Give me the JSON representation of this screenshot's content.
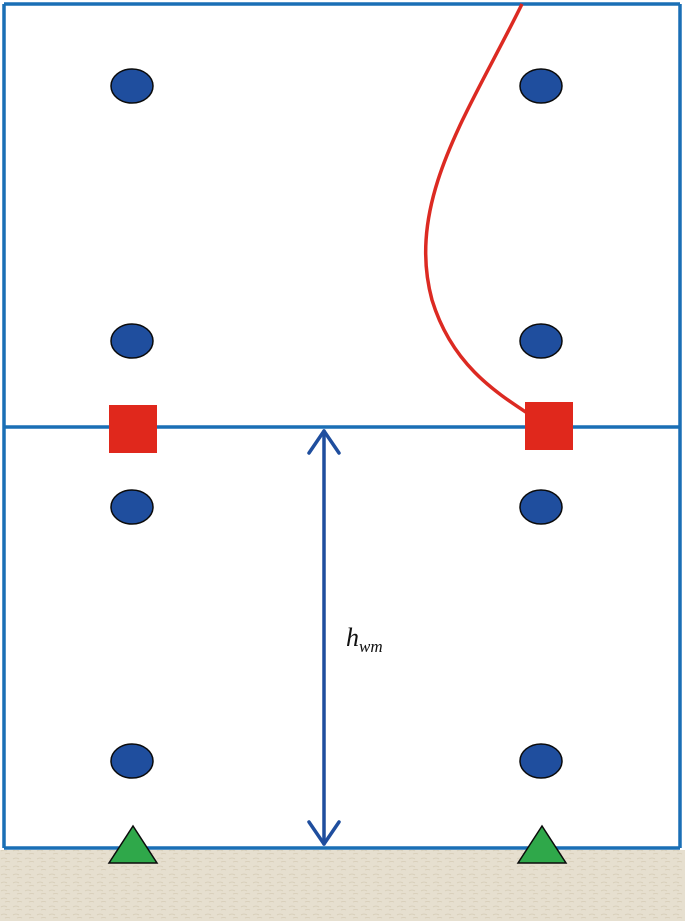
{
  "annotation": {
    "symbol": "h",
    "subscript": "wm"
  },
  "colors": {
    "frame_line": "#1a6fb5",
    "node_fill": "#1f4e9e",
    "node_stroke": "#0b0b0b",
    "hinge_fill": "#e0281c",
    "support_fill": "#2fa84a",
    "deformed_shape": "#dc2a22",
    "dimension_arrow": "#1f4e9e",
    "ground_fill": "#e6dfcf"
  },
  "icons": {
    "node": "circle",
    "hinge": "square",
    "support": "triangle"
  }
}
